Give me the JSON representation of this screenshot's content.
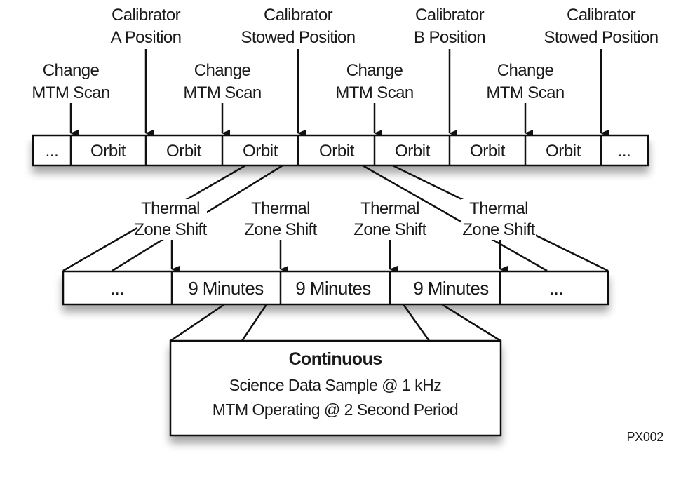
{
  "diagram": {
    "top_labels": {
      "change_scan_1": [
        "Change",
        "MTM Scan"
      ],
      "calib_a": [
        "Calibrator",
        "A Position"
      ],
      "change_scan_2": [
        "Change",
        "MTM Scan"
      ],
      "calib_stowed_1": [
        "Calibrator",
        "Stowed Position"
      ],
      "change_scan_3": [
        "Change",
        "MTM Scan"
      ],
      "calib_b": [
        "Calibrator",
        "B Position"
      ],
      "change_scan_4": [
        "Change",
        "MTM Scan"
      ],
      "calib_stowed_2": [
        "Calibrator",
        "Stowed Position"
      ]
    },
    "orbit_row": [
      "...",
      "Orbit",
      "Orbit",
      "Orbit",
      "Orbit",
      "Orbit",
      "Orbit",
      "Orbit",
      "..."
    ],
    "thermal_labels": {
      "t1": [
        "Thermal",
        "Zone Shift"
      ],
      "t2": [
        "Thermal",
        "Zone Shift"
      ],
      "t3": [
        "Thermal",
        "Zone Shift"
      ],
      "t4": [
        "Thermal",
        "Zone Shift"
      ]
    },
    "minutes_row": [
      "...",
      "9 Minutes",
      "9 Minutes",
      "9 Minutes",
      "..."
    ],
    "detail_box": {
      "title": "Continuous",
      "line1": "Science Data Sample @ 1 kHz",
      "line2": "MTM Operating @ 2 Second Period"
    },
    "figure_code": "PX002"
  }
}
